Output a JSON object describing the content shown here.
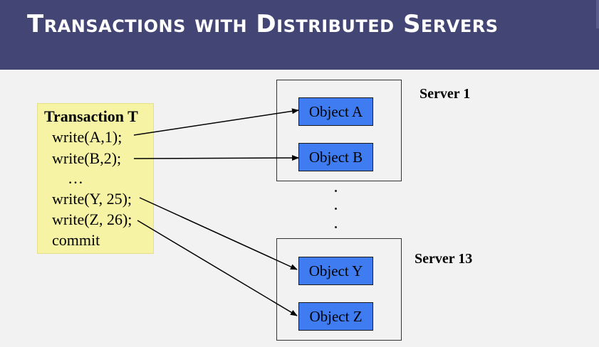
{
  "header": {
    "title": "Transactions with Distributed Servers"
  },
  "transaction": {
    "title": "Transaction T",
    "lines": [
      "write(A,1);",
      "write(B,2);",
      "…",
      "write(Y, 25);",
      "write(Z, 26);",
      "commit"
    ]
  },
  "servers": [
    {
      "label": "Server 1",
      "objects": [
        "Object A",
        "Object B"
      ]
    },
    {
      "label": "Server 13",
      "objects": [
        "Object Y",
        "Object Z"
      ]
    }
  ],
  "colors": {
    "header_bg": "#434574",
    "transaction_bg": "#f6f3a4",
    "object_fill": "#3f7cf2"
  }
}
